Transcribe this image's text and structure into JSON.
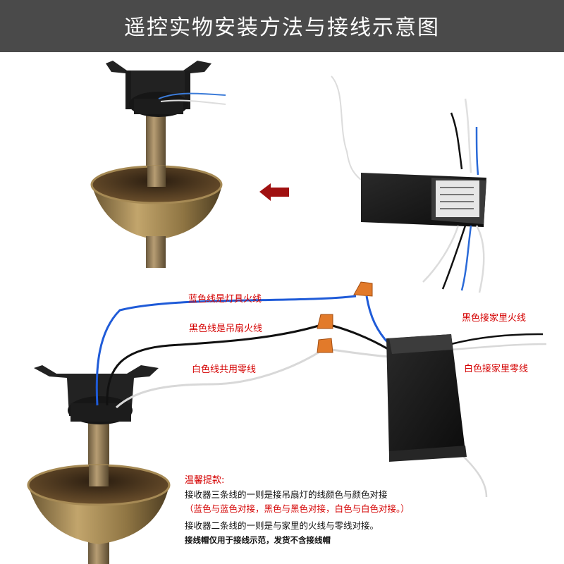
{
  "header": {
    "title": "遥控实物安装方法与接线示意图"
  },
  "colors": {
    "accent": "#d40000",
    "header_bg": "#4a4a4a",
    "blue_wire": "#1f5bd8",
    "black_wire": "#111111",
    "white_wire": "#dcdcdc"
  },
  "labels": {
    "blue_wire": "蓝色线是灯具火线",
    "black_wire": "黑色线是吊扇火线",
    "white_wire": "白色线共用零线",
    "home_live": "黑色接家里火线",
    "home_neutral": "白色接家里零线"
  },
  "notes": {
    "title": "温馨提款:",
    "line1": "接收器三条线的一则是接吊扇灯的线颜色与颜色对接",
    "line2": "（蓝色与蓝色对接，黑色与黑色对接，白色与白色对接。）",
    "line3": "接收器二条线的一则是与家里的火线与零线对接。",
    "line4": "接线帽仅用于接线示范，发货不含接线帽"
  }
}
